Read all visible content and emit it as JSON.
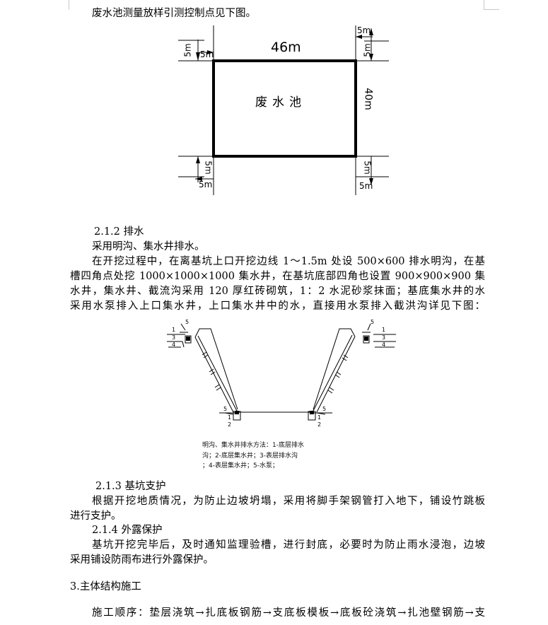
{
  "doc": {
    "intro": "废水池测量放样引测控制点见下图。",
    "plan": {
      "width_label": "46m",
      "height_label": "40m",
      "offset_label": "5m",
      "pool_label": "废水池"
    },
    "section_212": {
      "heading": "2.1.2 排水",
      "line1": "采用明沟、集水井排水。",
      "para": [
        "在开挖过程中，在离基坑上口开挖边线 1～1.5m 处设 500×600 排水明沟，在基",
        "槽四角点处挖 1000×1000×1000 集水井，在基坑底部四角也设置 900×900×900 集",
        "水井，集水井、截流沟采用 120 厚红砖砌筑，1：2 水泥砂浆抹面；基底集水井的水",
        "采用水泵排入上口集水井，上口集水井中的水，直接用水泵排入截洪沟详见下图："
      ]
    },
    "drain_figure": {
      "markers": [
        "1",
        "2",
        "3",
        "4",
        "5"
      ],
      "caption": [
        "明沟、集水井排水方法：1-底层排水",
        "沟；2-底层集水井；3-表层排水沟",
        "；4-表层集水井；5-水泵；"
      ]
    },
    "section_213": {
      "heading": "2.1.3 基坑支护",
      "para": [
        "根据开挖地质情况，为防止边坡坍塌，采用将脚手架钢管打入地下，铺设竹跳板",
        "进行支护。"
      ]
    },
    "section_214": {
      "heading": "2.1.4 外露保护",
      "para": [
        "基坑开挖完毕后，及时通知监理验槽，进行封底，必要时为防止雨水浸泡，边坡",
        "采用铺设防雨布进行外露保护。"
      ]
    },
    "section_3": {
      "heading": "3.主体结构施工",
      "para": "施工顺序：垫层浇筑→扎底板钢筋→支底板模板→底板砼浇筑→扎池壁钢筋→支"
    }
  }
}
